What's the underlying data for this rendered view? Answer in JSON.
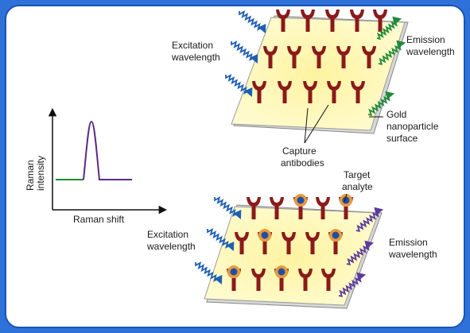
{
  "graph": {
    "ylabel_line1": "Raman",
    "ylabel_line2": "intensity",
    "xlabel": "Raman shift"
  },
  "top_panel": {
    "excitation_line1": "Excitation",
    "excitation_line2": "wavelength",
    "emission_line1": "Emission",
    "emission_line2": "wavelength",
    "gold_line1": "Gold",
    "gold_line2": "nanoparticle",
    "gold_line3": "surface",
    "capture_line1": "Capture",
    "capture_line2": "antibodies"
  },
  "bottom_panel": {
    "target_line1": "Target",
    "target_line2": "analyte",
    "excitation_line1": "Excitation",
    "excitation_line2": "wavelength",
    "emission_line1": "Emission",
    "emission_line2": "wavelength"
  },
  "colors": {
    "frame": "#2e71d8",
    "surface": "#fff7a8",
    "antibody": "#8b1a1a",
    "excitation_wave": "#1f5fb3",
    "emission_wave_top": "#1f8a3a",
    "emission_wave_bottom": "#5b3a9a",
    "analyte_ring": "#e89a3a",
    "analyte_core": "#1e4fa8",
    "spectrum_flat": "#1f8a3a",
    "spectrum_peak": "#5b2a8a"
  }
}
